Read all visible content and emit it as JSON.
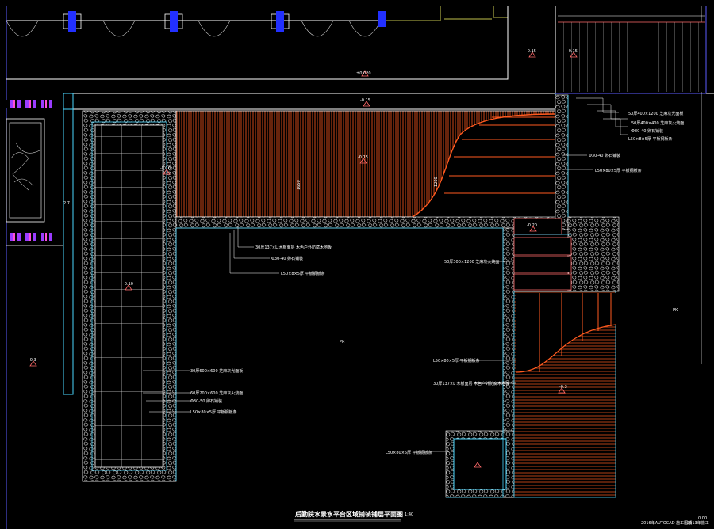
{
  "drawing": {
    "title": "后勤院水景水平台区域铺装铺层平面图",
    "scale": "1:40",
    "footer_left": "2016年AUTOCAD 施工图纸",
    "footer_right": "2013年施工",
    "corner_mark": "0.00"
  },
  "levels": {
    "top_center": "±0.020",
    "top_left_corridor": "-0.15",
    "top_right_a": "-0.15",
    "top_right_b": "-0.15",
    "deck": "-0.15",
    "left_strip": "-0.10",
    "left_column": "-0.10",
    "left_outer": "-0.3",
    "stair": "-0.20",
    "right_deck": "-0.3",
    "label_27": "2.7"
  },
  "callouts": {
    "top_right": [
      "50厚400×1200 芝麻灰光面板",
      "50厚400×400 芝麻灰火烧面",
      "Φ80-40 卵石铺装",
      "L50×8×5厚 平板钢板条"
    ],
    "right_mid": [
      "Φ30-40 卵石铺装",
      "L50×80×5厚 平板钢板条"
    ],
    "deck": [
      "30厚137×L 木板面层 木色户外防腐木地板",
      "Φ30-40 卵石铺装",
      "L50×8×5厚 平板钢板条"
    ],
    "column": [
      "30厚600×600 芝麻灰光面板",
      "60厚200×600 芝麻灰火烧面",
      "Φ30-50 卵石铺装",
      "L50×80×5厚 平板钢板条"
    ],
    "stair": "50厚300×1200 芝麻灰火烧面",
    "lower_right": [
      "L50×80×5厚 平板钢板条",
      "30厚137×L 木板面层 木色户外防腐木地板"
    ],
    "pool": "L50×80×5厚 平板钢板条",
    "pk_center": "PK",
    "pk_right": "PK",
    "dim_a": "1650",
    "dim_b": "1200"
  }
}
